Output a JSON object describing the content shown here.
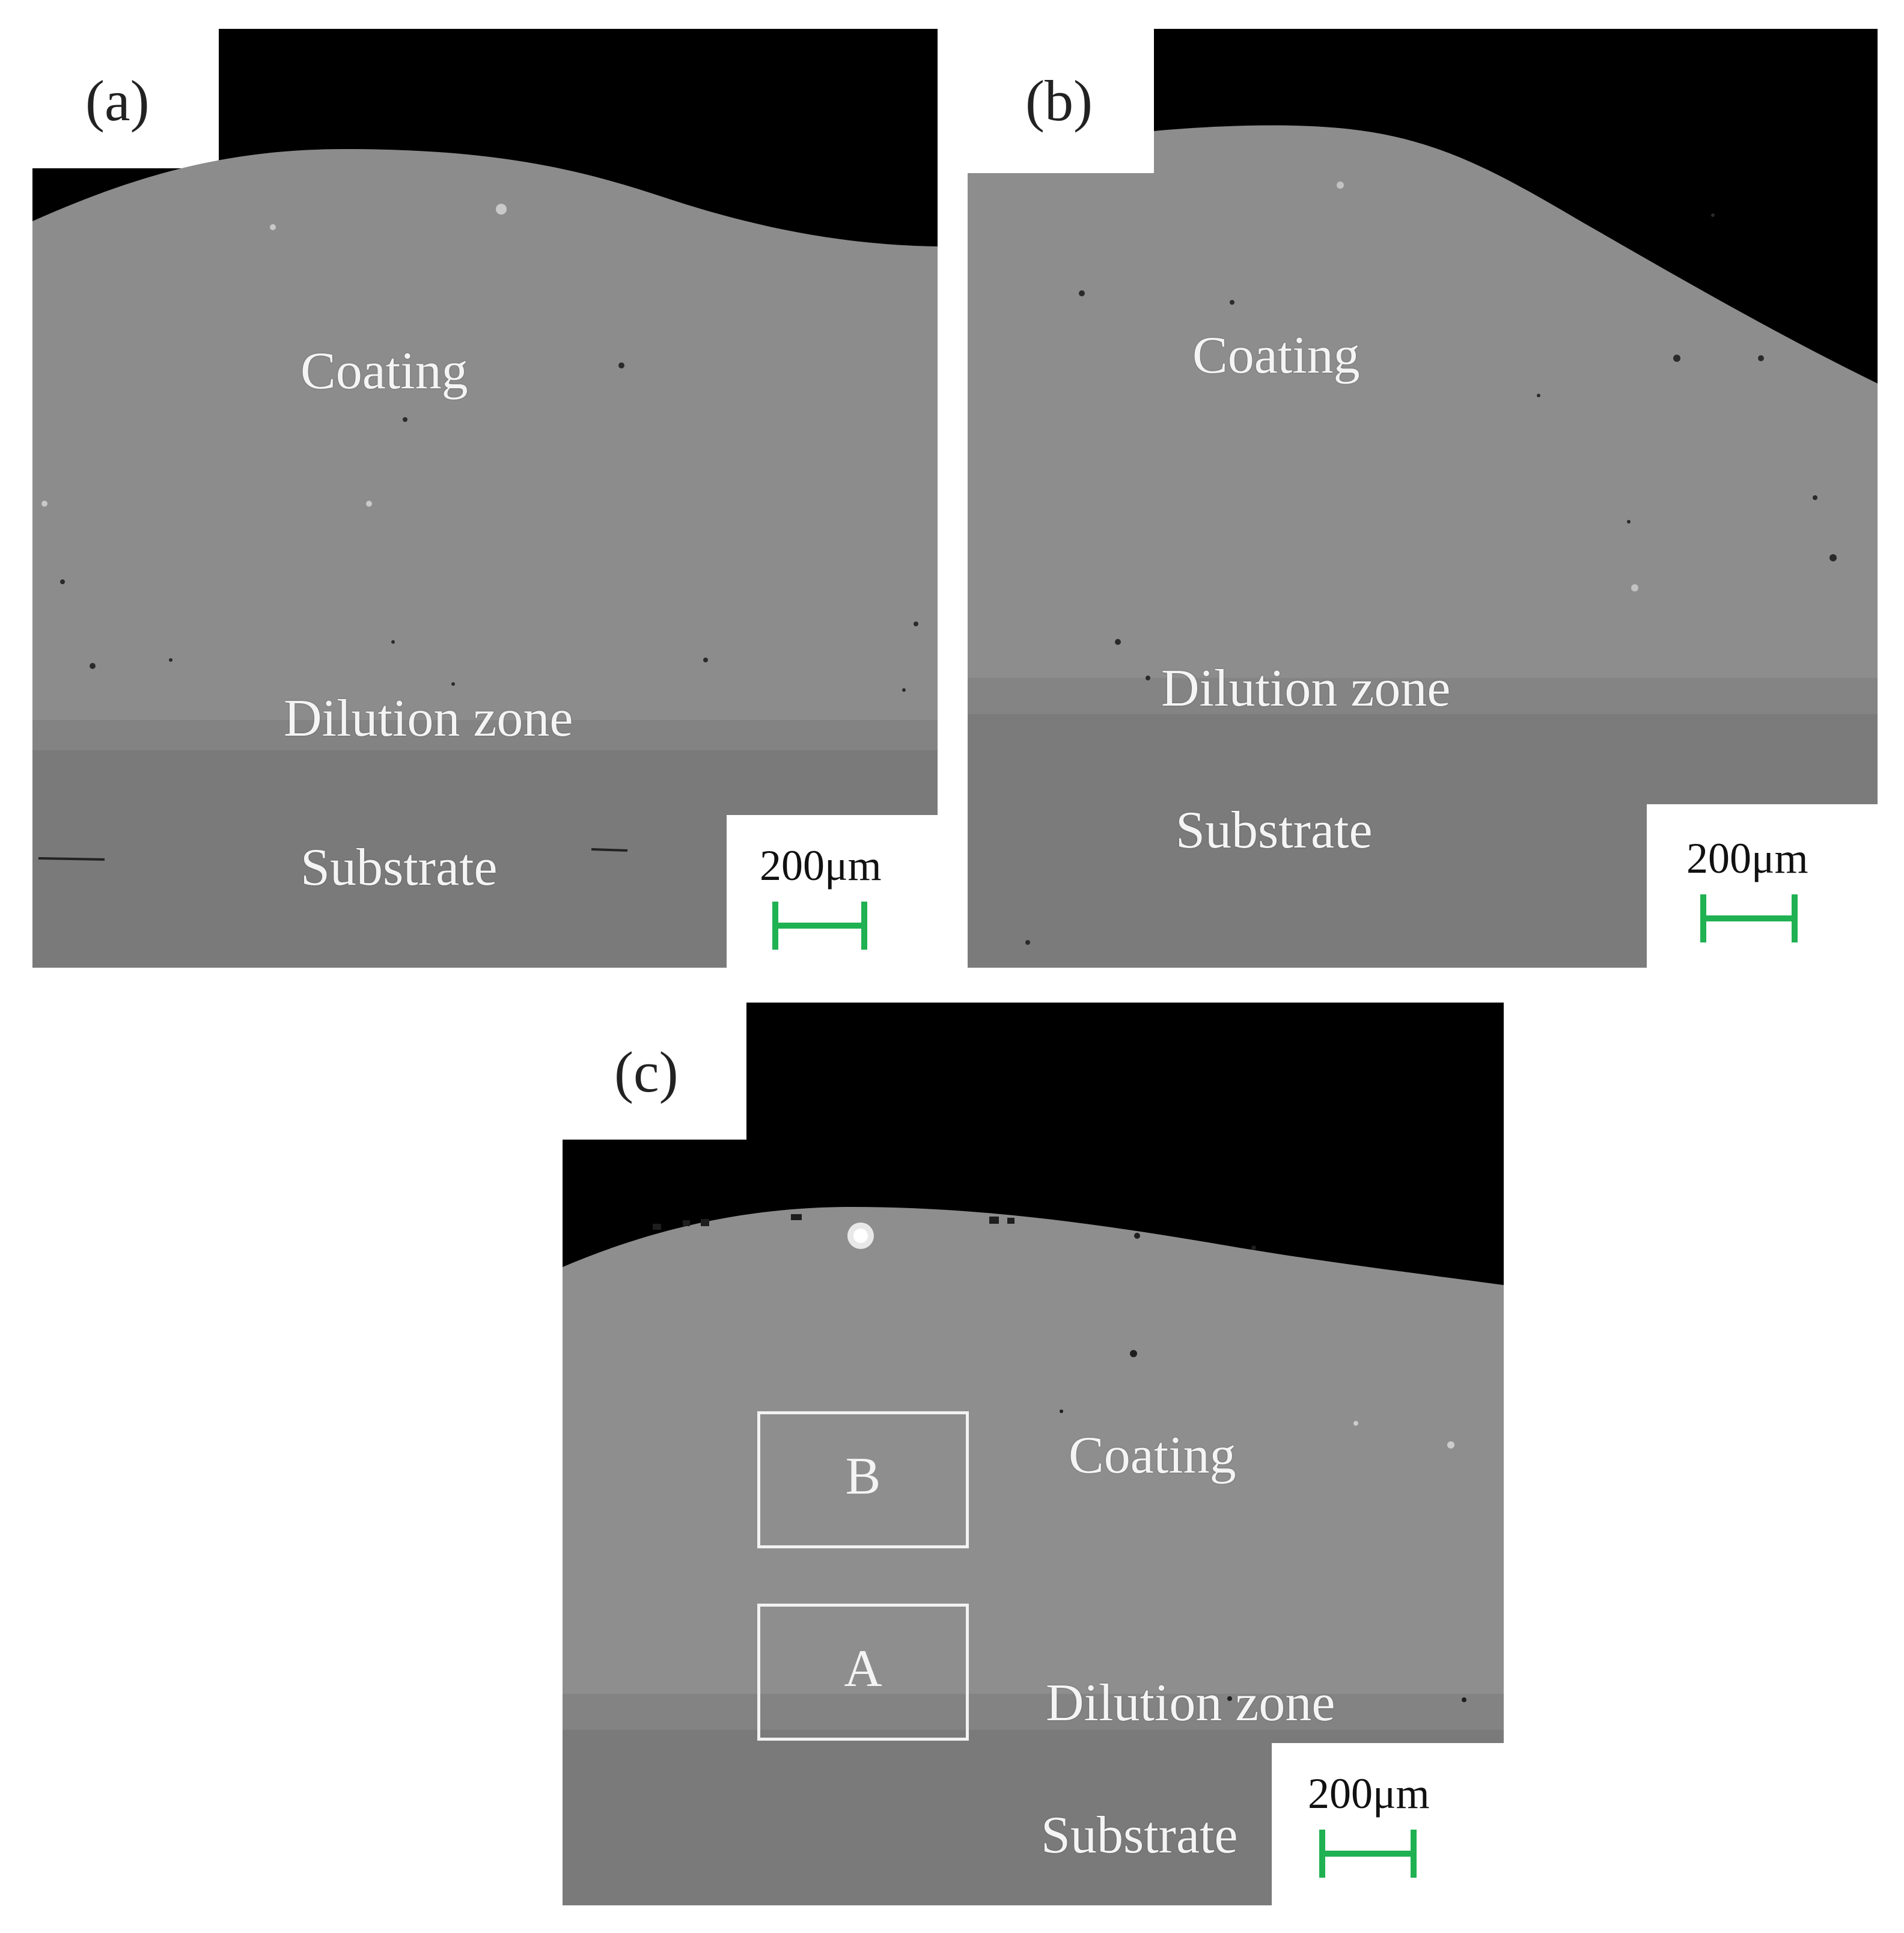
{
  "panels": [
    {
      "letter": "(a)",
      "labels": {
        "coating": "Coating",
        "dilution": "Dilution zone",
        "substrate": "Substrate"
      },
      "scale_bar": "200μm"
    },
    {
      "letter": "(b)",
      "labels": {
        "coating": "Coating",
        "dilution": "Dilution zone",
        "substrate": "Substrate"
      },
      "scale_bar": "200μm"
    },
    {
      "letter": "(c)",
      "labels": {
        "coating": "Coating",
        "dilution": "Dilution zone",
        "substrate": "Substrate"
      },
      "scale_bar": "200μm",
      "regions": [
        {
          "id": "B"
        },
        {
          "id": "A"
        }
      ]
    }
  ],
  "colors": {
    "background": "#ffffff",
    "void": "#000000",
    "coating": "#8c8c8c",
    "dilution": "#7f7f7f",
    "substrate": "#797979",
    "label": "#f4f4f4",
    "scale_bar": "#1fb152"
  }
}
